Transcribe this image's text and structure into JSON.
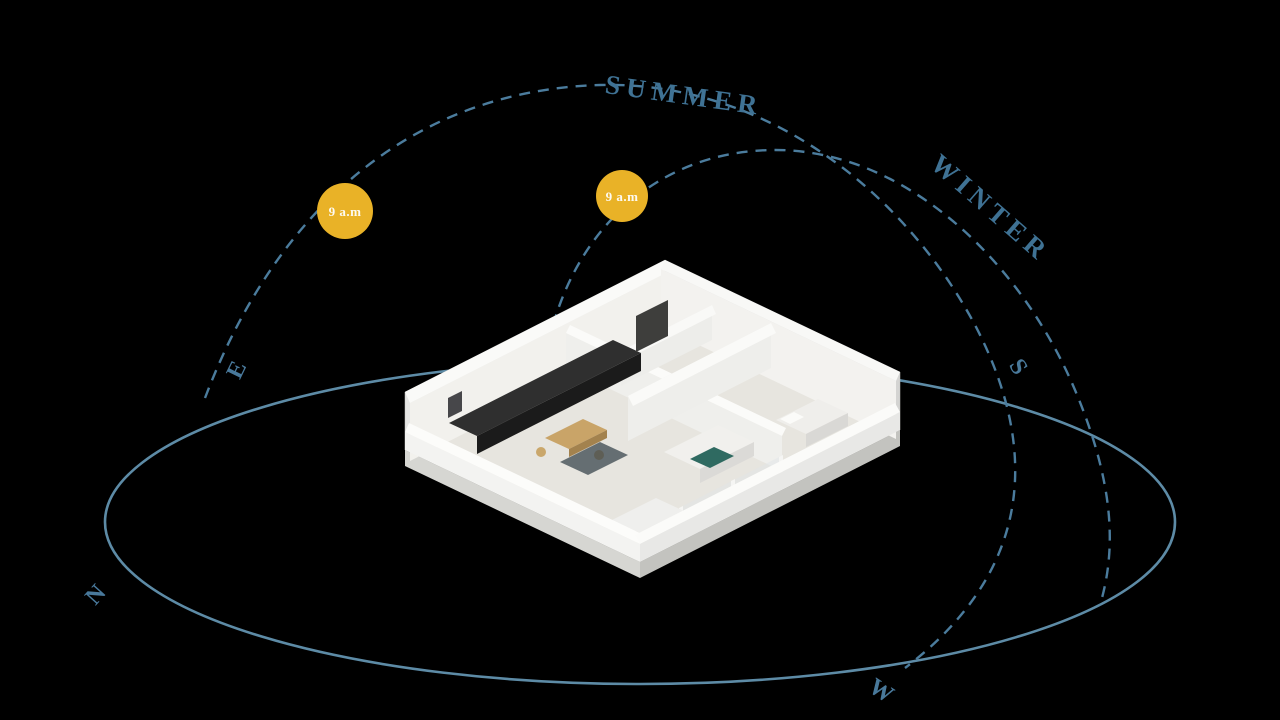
{
  "colors": {
    "background": "#000000",
    "horizon_ring": "#5d8ba6",
    "sun_path": "#4b7c9d",
    "label_text": "#3f7294",
    "sun_fill": "#e9b227",
    "sun_text": "#fdfaf2"
  },
  "sun_paths": {
    "summer": {
      "label": "SUMMER"
    },
    "winter": {
      "label": "WINTER"
    }
  },
  "sun_markers": {
    "summer": {
      "time": "9 a.m"
    },
    "winter": {
      "time": "9 a.m"
    }
  },
  "compass": {
    "north": "N",
    "east": "E",
    "south": "S",
    "west": "W"
  }
}
